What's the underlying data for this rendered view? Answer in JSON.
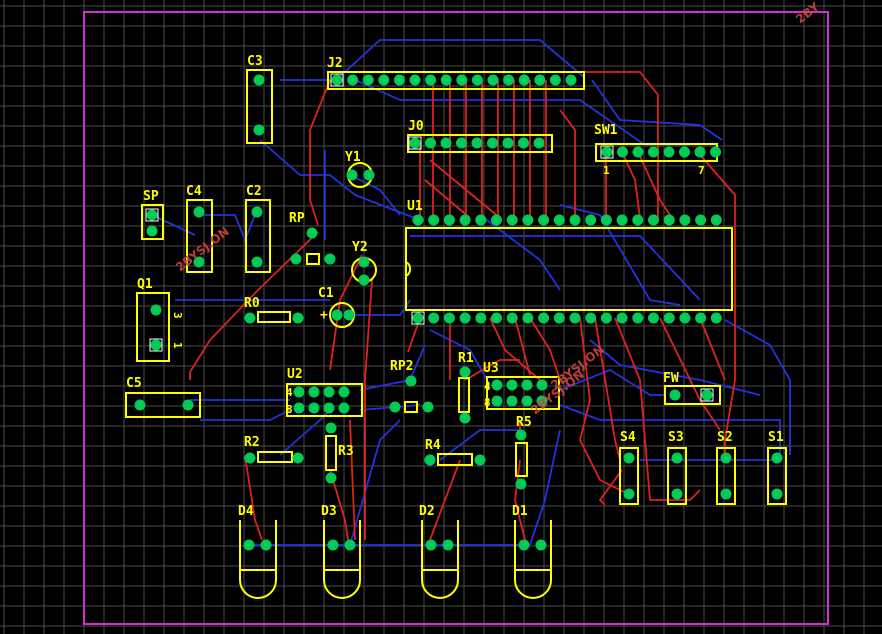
{
  "colors": {
    "background": "#000000",
    "grid": "#4a4a4a",
    "board_outline": "#cc33cc",
    "silkscreen": "#ffff00",
    "top_trace": "#dd2222",
    "bottom_trace": "#2233dd",
    "pad": "#00cc55",
    "watermark": "#cc4444"
  },
  "components": {
    "j2": "J2",
    "j0": "J0",
    "sw1": "SW1",
    "sw1_pin1": "1",
    "sw1_pin7": "7",
    "u1": "U1",
    "c3": "C3",
    "c4": "C4",
    "c2": "C2",
    "c1": "C1",
    "c1_plus": "+",
    "c5": "C5",
    "sp": "SP",
    "y1": "Y1",
    "y2": "Y2",
    "rp": "RP",
    "rp2": "RP2",
    "q1": "Q1",
    "q1_pin3": "3",
    "q1_pin1": "1",
    "r0": "R0",
    "r1": "R1",
    "r2": "R2",
    "r3": "R3",
    "r4": "R4",
    "r5": "R5",
    "u2": "U2",
    "u2_pin4": "4",
    "u2_pin8": "8",
    "u3": "U3",
    "u3_pin4": "4",
    "u3_pin8": "8",
    "fw": "FW",
    "s1": "S1",
    "s2": "S2",
    "s3": "S3",
    "s4": "S4",
    "d1": "D1",
    "d2": "D2",
    "d3": "D3",
    "d4": "D4"
  },
  "watermarks": [
    "2BYSJ.ON",
    "2BYSJ.ON",
    "2BYSJ.ON",
    "2BY"
  ]
}
